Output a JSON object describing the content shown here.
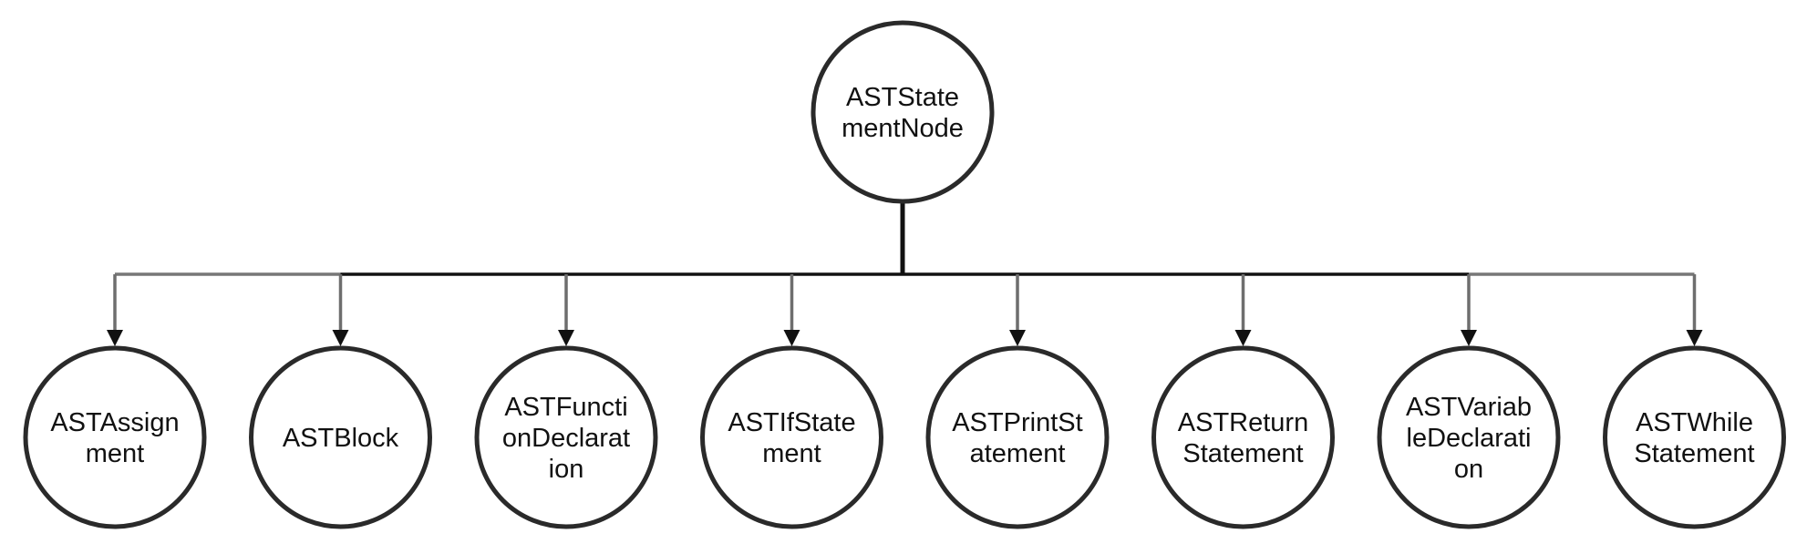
{
  "root": {
    "id": "root",
    "lines": [
      "ASTState",
      "mentNode"
    ]
  },
  "children": [
    {
      "id": "assignment",
      "lines": [
        "ASTAssign",
        "ment"
      ]
    },
    {
      "id": "block",
      "lines": [
        "ASTBlock"
      ]
    },
    {
      "id": "function-declaration",
      "lines": [
        "ASTFuncti",
        "onDeclarat",
        "ion"
      ]
    },
    {
      "id": "if-statement",
      "lines": [
        "ASTIfState",
        "ment"
      ]
    },
    {
      "id": "print-statement",
      "lines": [
        "ASTPrintSt",
        "atement"
      ]
    },
    {
      "id": "return-statement",
      "lines": [
        "ASTReturn",
        "Statement"
      ]
    },
    {
      "id": "variable-declaration",
      "lines": [
        "ASTVariab",
        "leDeclarati",
        "on"
      ]
    },
    {
      "id": "while-statement",
      "lines": [
        "ASTWhile",
        "Statement"
      ]
    }
  ],
  "edges": [
    {
      "from": "root",
      "to": "assignment"
    },
    {
      "from": "root",
      "to": "block"
    },
    {
      "from": "root",
      "to": "function-declaration"
    },
    {
      "from": "root",
      "to": "if-statement"
    },
    {
      "from": "root",
      "to": "print-statement"
    },
    {
      "from": "root",
      "to": "return-statement"
    },
    {
      "from": "root",
      "to": "variable-declaration"
    },
    {
      "from": "root",
      "to": "while-statement"
    }
  ],
  "colors": {
    "node_stroke": "#2a2a2a",
    "node_fill": "#ffffff",
    "edge_dark": "#111111",
    "edge_gray": "#6e6e6e",
    "text": "#111111"
  }
}
